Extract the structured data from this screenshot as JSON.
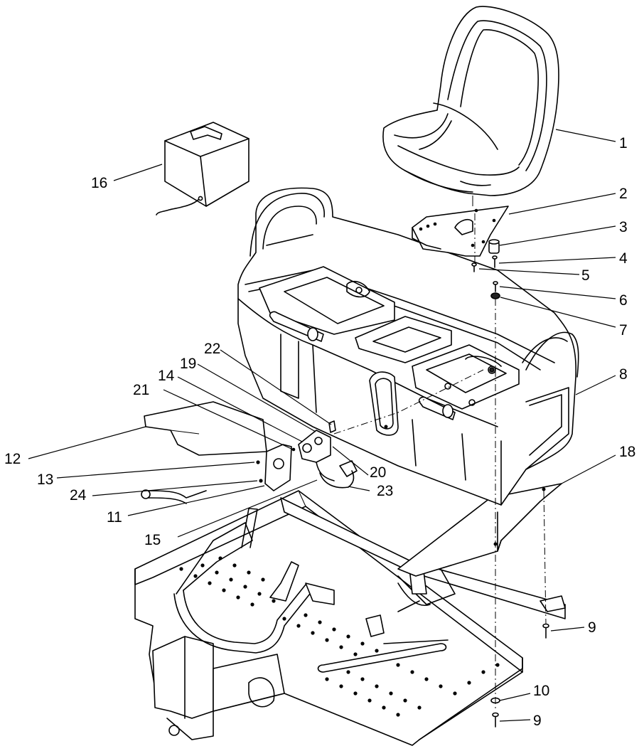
{
  "callouts": [
    {
      "id": "c1",
      "text": "1"
    },
    {
      "id": "c2",
      "text": "2"
    },
    {
      "id": "c3",
      "text": "3"
    },
    {
      "id": "c4",
      "text": "4"
    },
    {
      "id": "c5",
      "text": "5"
    },
    {
      "id": "c6",
      "text": "6"
    },
    {
      "id": "c7",
      "text": "7"
    },
    {
      "id": "c8",
      "text": "8"
    },
    {
      "id": "c9a",
      "text": "9"
    },
    {
      "id": "c9b",
      "text": "9"
    },
    {
      "id": "c10",
      "text": "10"
    },
    {
      "id": "c11",
      "text": "11"
    },
    {
      "id": "c12",
      "text": "12"
    },
    {
      "id": "c13",
      "text": "13"
    },
    {
      "id": "c14",
      "text": "14"
    },
    {
      "id": "c15",
      "text": "15"
    },
    {
      "id": "c16",
      "text": "16"
    },
    {
      "id": "c18",
      "text": "18"
    },
    {
      "id": "c19",
      "text": "19"
    },
    {
      "id": "c20",
      "text": "20"
    },
    {
      "id": "c21",
      "text": "21"
    },
    {
      "id": "c22",
      "text": "22"
    },
    {
      "id": "c23",
      "text": "23"
    },
    {
      "id": "c24",
      "text": "24"
    }
  ]
}
